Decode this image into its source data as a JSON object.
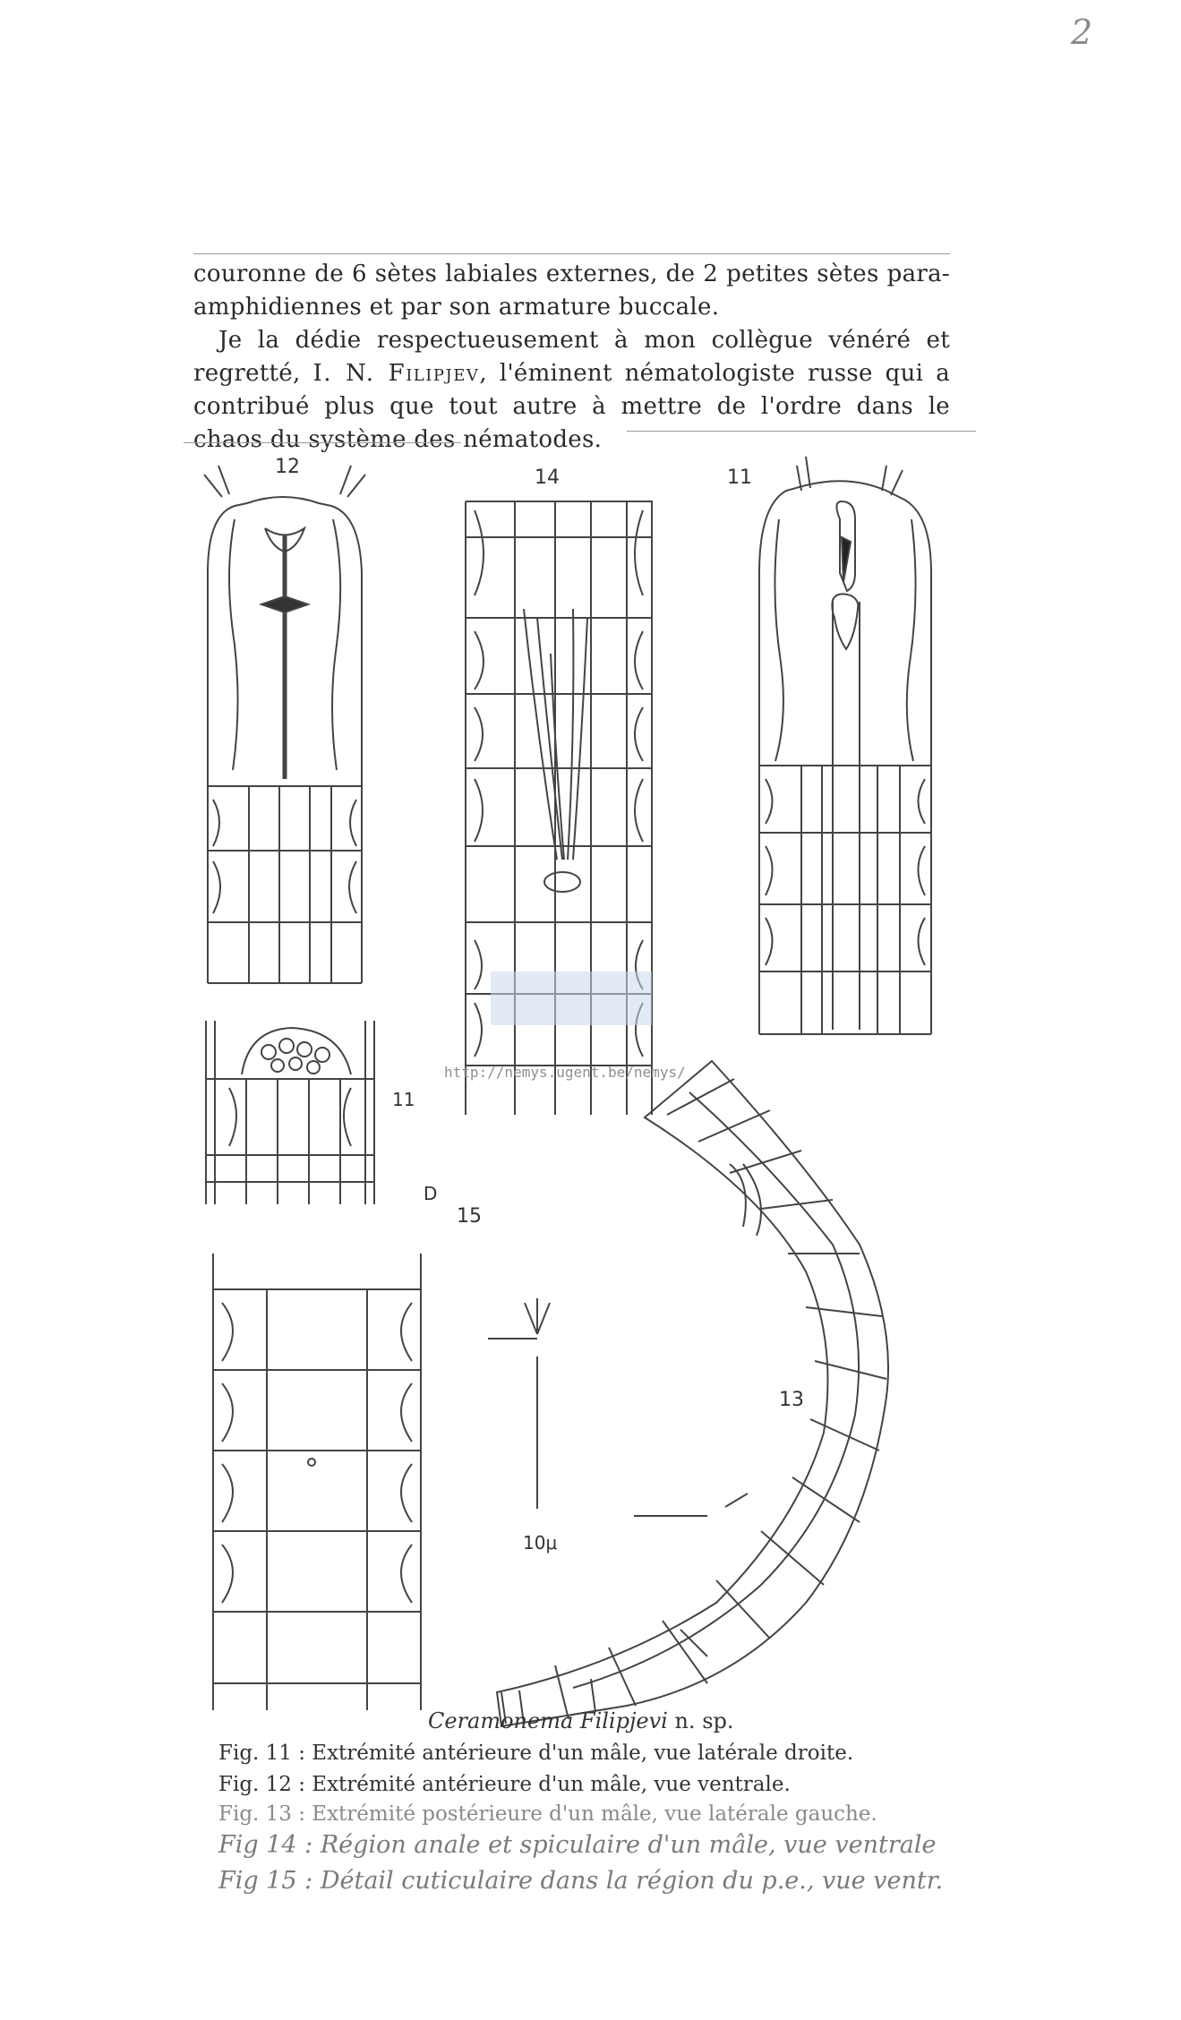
{
  "corner_mark": "2",
  "paragraphs": [
    "couronne de 6 sètes labiales externes, de 2 petites sètes para-amphidiennes et par son armature buccale.",
    "Je la dédie respectueusement à mon collègue vénéré et regretté,"
  ],
  "dedicatee": "I. N. Filipjev",
  "dedication_rest": ", l'éminent nématologiste russe qui a contribué plus que tout autre à mettre de l'ordre dans le chaos du système des nématodes.",
  "figures": {
    "label_12": "12",
    "label_14": "14",
    "label_11_top": "11",
    "label_11_small": "11",
    "label_D": "D",
    "label_15": "15",
    "label_13": "13",
    "scale_label": "10μ"
  },
  "watermark": "http://nemys.ugent.be/nemys/",
  "caption": {
    "species": "Ceramonema Filipjevi",
    "suffix": " n. sp.",
    "lines": [
      "Fig. 11 : Extrémité antérieure d'un mâle, vue latérale droite.",
      "Fig. 12 : Extrémité antérieure d'un mâle, vue ventrale.",
      "Fig. 13 : Extrémité postérieure d'un mâle, vue latérale gauche."
    ],
    "handwritten": [
      "Fig 14 : Région anale et spiculaire d'un mâle, vue ventrale",
      "Fig 15 : Détail cuticulaire dans la région du p.e., vue ventr."
    ]
  }
}
